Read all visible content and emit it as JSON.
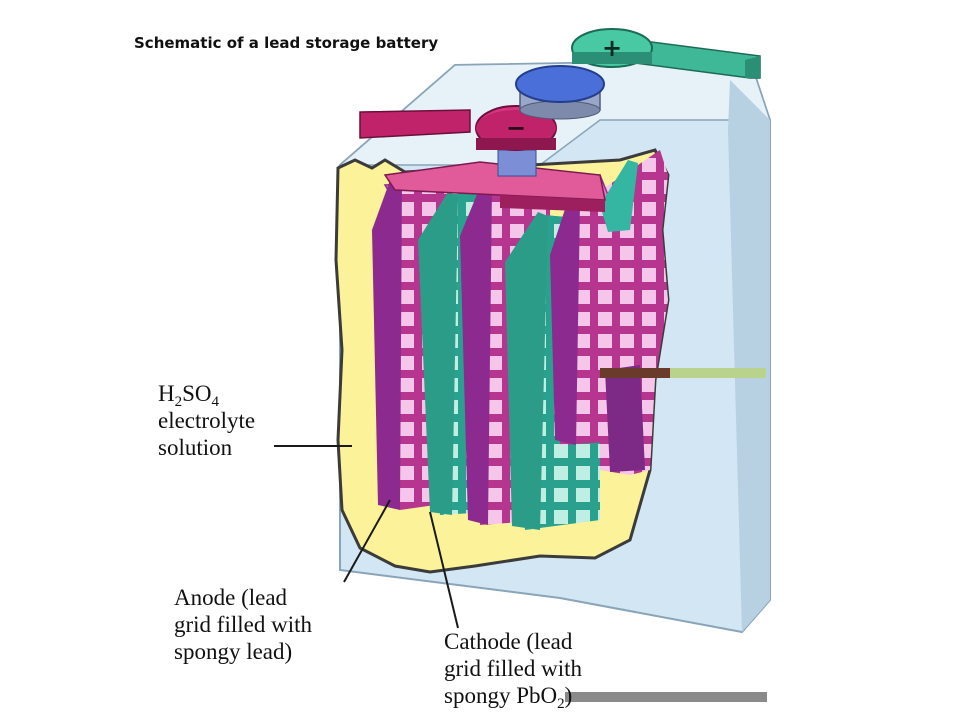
{
  "title": "Schematic of a lead storage battery",
  "terminals": {
    "positive_symbol": "+",
    "negative_symbol": "−"
  },
  "labels": {
    "electrolyte": {
      "formula": {
        "h": "H",
        "h_sub": "2",
        "so": "SO",
        "so_sub": "4"
      },
      "line2": "electrolyte",
      "line3": "solution"
    },
    "anode": {
      "lines": [
        "Anode (lead",
        "grid filled with",
        "spongy lead)"
      ]
    },
    "cathode": {
      "lines": [
        "Cathode (lead",
        "grid filled with"
      ],
      "line3": {
        "text": "spongy PbO",
        "sub": "2",
        "close": ")"
      }
    }
  },
  "colors": {
    "case": "#cfe3f1",
    "case_edge": "#8aa4b8",
    "electrolyte": "#fbf29a",
    "anode_plate": "#e98ad2",
    "anode_frame": "#8d2a8f",
    "cathode_plate": "#35b6a2",
    "cathode_frame": "#1c8f7e",
    "cap": "#4a6fd8",
    "neg_terminal": "#c0236a",
    "pos_terminal": "#3fb898"
  }
}
